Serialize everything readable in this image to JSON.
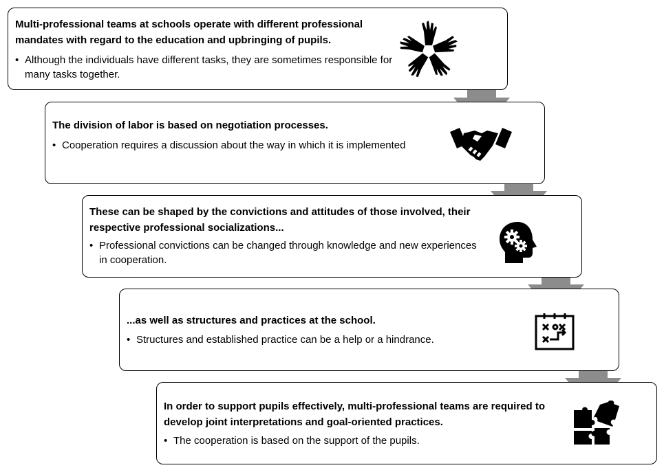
{
  "steps": [
    {
      "heading": "Multi-professional teams at schools operate with different professional mandates with regard to the education and upbringing of pupils.",
      "bullet": "Although the individuals have different tasks, they are sometimes responsible for many tasks together.",
      "icon": "hands-circle-icon"
    },
    {
      "heading": "The division of labor is based on negotiation processes.",
      "bullet": "Cooperation requires a discussion about the way in which it is implemented",
      "icon": "handshake-icon"
    },
    {
      "heading": "These can be shaped by the convictions and attitudes of those involved, their respective professional socializations...",
      "bullet": "Professional convictions can be changed through knowledge and new experiences in cooperation.",
      "icon": "head-gears-icon"
    },
    {
      "heading": "...as well as structures and practices at the school.",
      "bullet": "Structures and established practice can be a help or a hindrance.",
      "icon": "strategy-board-icon"
    },
    {
      "heading": "In order to support pupils effectively, multi-professional teams are required to develop joint interpretations and goal-oriented practices.",
      "bullet": "The cooperation is based on the support of the pupils.",
      "icon": "puzzle-icon"
    }
  ],
  "colors": {
    "arrow": "#8c8c8c",
    "border": "#000000",
    "icon": "#000000"
  }
}
